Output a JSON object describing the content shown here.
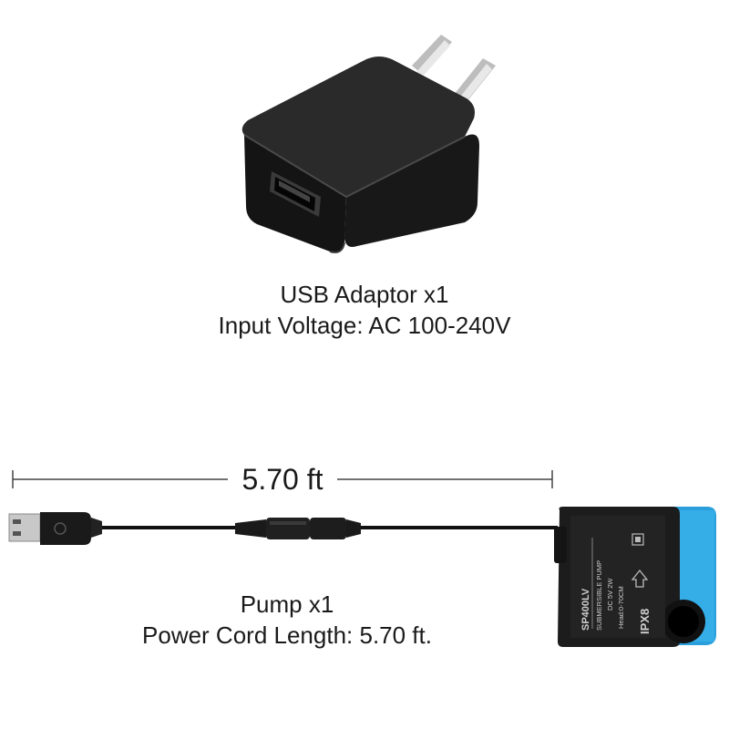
{
  "adaptor": {
    "name": "USB Adaptor x1",
    "spec": "Input Voltage: AC 100-240V"
  },
  "measurement": {
    "label": "5.70 ft"
  },
  "pump": {
    "name": "Pump x1",
    "spec": "Power Cord Length: 5.70 ft.",
    "label_model": "SP400LV",
    "label_type": "SUBMERSIBLE PUMP",
    "label_power": "DC 5V 2W",
    "label_head": "Head:0-70CM",
    "label_rating": "IPX8"
  },
  "colors": {
    "accent_blue": "#2a9fdb",
    "device_black": "#1c1c1c"
  }
}
